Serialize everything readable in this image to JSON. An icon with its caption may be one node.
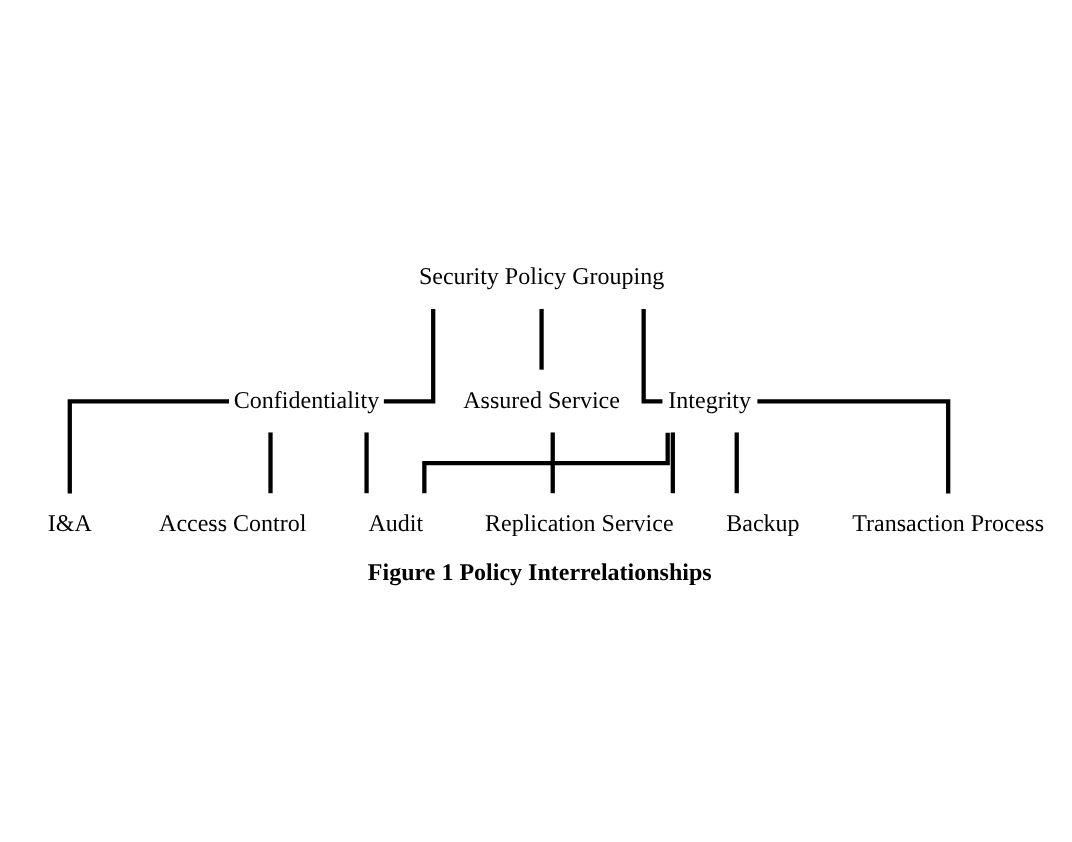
{
  "diagram": {
    "caption": "Figure 1 Policy Interrelationships",
    "nodes": [
      {
        "text": [
          "Security Policy Grouping"
        ]
      },
      {
        "text": [
          "Confidentiality"
        ]
      },
      {
        "text": [
          "Integrity"
        ]
      },
      {
        "text": [
          "Assured Service"
        ]
      },
      {
        "text": [
          "I&A"
        ]
      },
      {
        "text": [
          "Access Control"
        ]
      },
      {
        "text": [
          "Audit"
        ]
      },
      {
        "text": [
          "Replication Service"
        ]
      },
      {
        "text": [
          "Backup"
        ]
      },
      {
        "text": [
          "Transaction Process"
        ]
      }
    ],
    "edges": [
      {
        "from": 0,
        "to": 1,
        "arrow": "none"
      },
      {
        "from": 0,
        "to": 2,
        "arrow": "none"
      },
      {
        "from": 0,
        "to": 3,
        "arrow": "none"
      },
      {
        "from": 1,
        "to": 4,
        "arrow": "none"
      },
      {
        "from": 1,
        "to": 5,
        "arrow": "none"
      },
      {
        "from": 1,
        "to": 6,
        "arrow": "none"
      },
      {
        "from": 2,
        "to": 6,
        "arrow": "none"
      },
      {
        "from": 2,
        "to": 7,
        "arrow": "none"
      },
      {
        "from": 3,
        "to": 7,
        "arrow": "none"
      },
      {
        "from": 2,
        "to": 8,
        "arrow": "none"
      },
      {
        "from": 2,
        "to": 9,
        "arrow": "none"
      }
    ]
  }
}
